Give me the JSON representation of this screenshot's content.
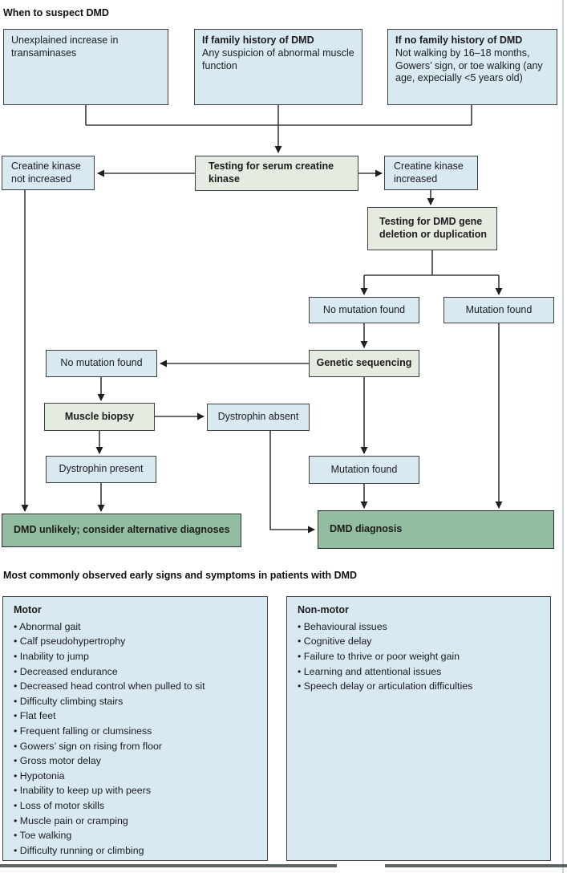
{
  "page": {
    "section1_title": "When to suspect DMD",
    "section2_title": "Most commonly observed early signs and symptoms in patients with DMD"
  },
  "colors": {
    "box_blue": "#d9e9f2",
    "box_green": "#e4ebe1",
    "box_dark_green": "#93bda1",
    "line": "#3a3a3a"
  },
  "flowchart": {
    "suspect_transaminases": "Unexplained increase in transaminases",
    "suspect_family_title": "If family history of DMD",
    "suspect_family_body": "Any suspicion of abnormal muscle function",
    "suspect_nofamily_title": "If no family history of DMD",
    "suspect_nofamily_body": "Not walking by 16–18 months, Gowers’ sign, or toe walking (any age, expecially <5 years old)",
    "test_ck": "Testing for serum creatine kinase",
    "ck_not_increased": "Creatine kinase not increased",
    "ck_increased": "Creatine kinase increased",
    "test_dmd_gene": "Testing for DMD gene deletion or duplication",
    "no_mutation_1": "No mutation found",
    "mutation_found_1": "Mutation found",
    "genetic_sequencing": "Genetic sequencing",
    "no_mutation_2": "No mutation found",
    "muscle_biopsy": "Muscle biopsy",
    "dystrophin_absent": "Dystrophin absent",
    "dystrophin_present": "Dystrophin present",
    "mutation_found_2": "Mutation found",
    "dmd_unlikely": "DMD unlikely; consider alternative diagnoses",
    "dmd_diagnosis": "DMD diagnosis"
  },
  "symptoms": {
    "motor_title": "Motor",
    "motor_items": [
      "Abnormal gait",
      "Calf pseudohypertrophy",
      "Inability to jump",
      "Decreased endurance",
      "Decreased head control when pulled to sit",
      "Difficulty climbing stairs",
      "Flat feet",
      "Frequent falling or clumsiness",
      "Gowers’ sign on rising from floor",
      "Gross motor delay",
      "Hypotonia",
      "Inability to keep up with peers",
      "Loss of motor skills",
      "Muscle pain or cramping",
      "Toe walking",
      "Difficulty running or climbing"
    ],
    "nonmotor_title": "Non-motor",
    "nonmotor_items": [
      "Behavioural issues",
      "Cognitive delay",
      "Failure to thrive or poor weight gain",
      "Learning and attentional issues",
      "Speech delay or articulation difficulties"
    ]
  }
}
